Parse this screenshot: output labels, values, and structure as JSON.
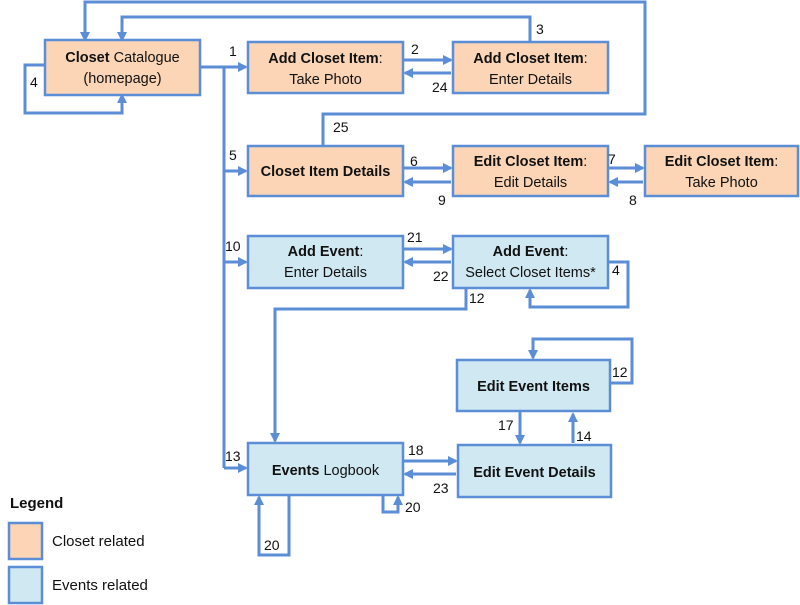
{
  "colors": {
    "closet": "#fbd5b5",
    "events": "#d0e8f2",
    "stroke": "#5b8ed6"
  },
  "nodes": {
    "closet_catalogue": {
      "bold": "Closet",
      "rest": " Catalogue",
      "line2": "(homepage)",
      "type": "closet"
    },
    "add_closet_take_photo": {
      "bold": "Add Closet Item",
      "rest": ":",
      "line2": "Take Photo",
      "type": "closet"
    },
    "add_closet_enter_details": {
      "bold": "Add Closet Item",
      "rest": ":",
      "line2": "Enter Details",
      "type": "closet"
    },
    "closet_item_details": {
      "bold": "Closet Item Details",
      "rest": "",
      "line2": "",
      "type": "closet"
    },
    "edit_closet_edit_details": {
      "bold": "Edit Closet Item",
      "rest": ":",
      "line2": "Edit Details",
      "type": "closet"
    },
    "edit_closet_take_photo": {
      "bold": "Edit Closet Item",
      "rest": ":",
      "line2": "Take Photo",
      "type": "closet"
    },
    "add_event_enter_details": {
      "bold": "Add Event",
      "rest": ":",
      "line2": "Enter Details",
      "type": "events"
    },
    "add_event_select_items": {
      "bold": "Add Event",
      "rest": ":",
      "line2": "Select Closet Items*",
      "type": "events"
    },
    "edit_event_items": {
      "bold": "Edit Event Items",
      "rest": "",
      "line2": "",
      "type": "events"
    },
    "events_logbook": {
      "bold": "Events",
      "rest": " Logbook",
      "line2": "",
      "type": "events"
    },
    "edit_event_details": {
      "bold": "Edit Event Details",
      "rest": "",
      "line2": "",
      "type": "events"
    }
  },
  "edge_labels": {
    "e1": "1",
    "e2": "2",
    "e3": "3",
    "e4a": "4",
    "e4b": "4",
    "e5": "5",
    "e6": "6",
    "e7": "7",
    "e8": "8",
    "e9": "9",
    "e10": "10",
    "e12a": "12",
    "e12b": "12",
    "e13": "13",
    "e14": "14",
    "e17": "17",
    "e18": "18",
    "e20a": "20",
    "e20b": "20",
    "e21": "21",
    "e22": "22",
    "e23": "23",
    "e24": "24",
    "e25": "25"
  },
  "legend": {
    "title": "Legend",
    "closet_label": "Closet related",
    "events_label": "Events related"
  }
}
